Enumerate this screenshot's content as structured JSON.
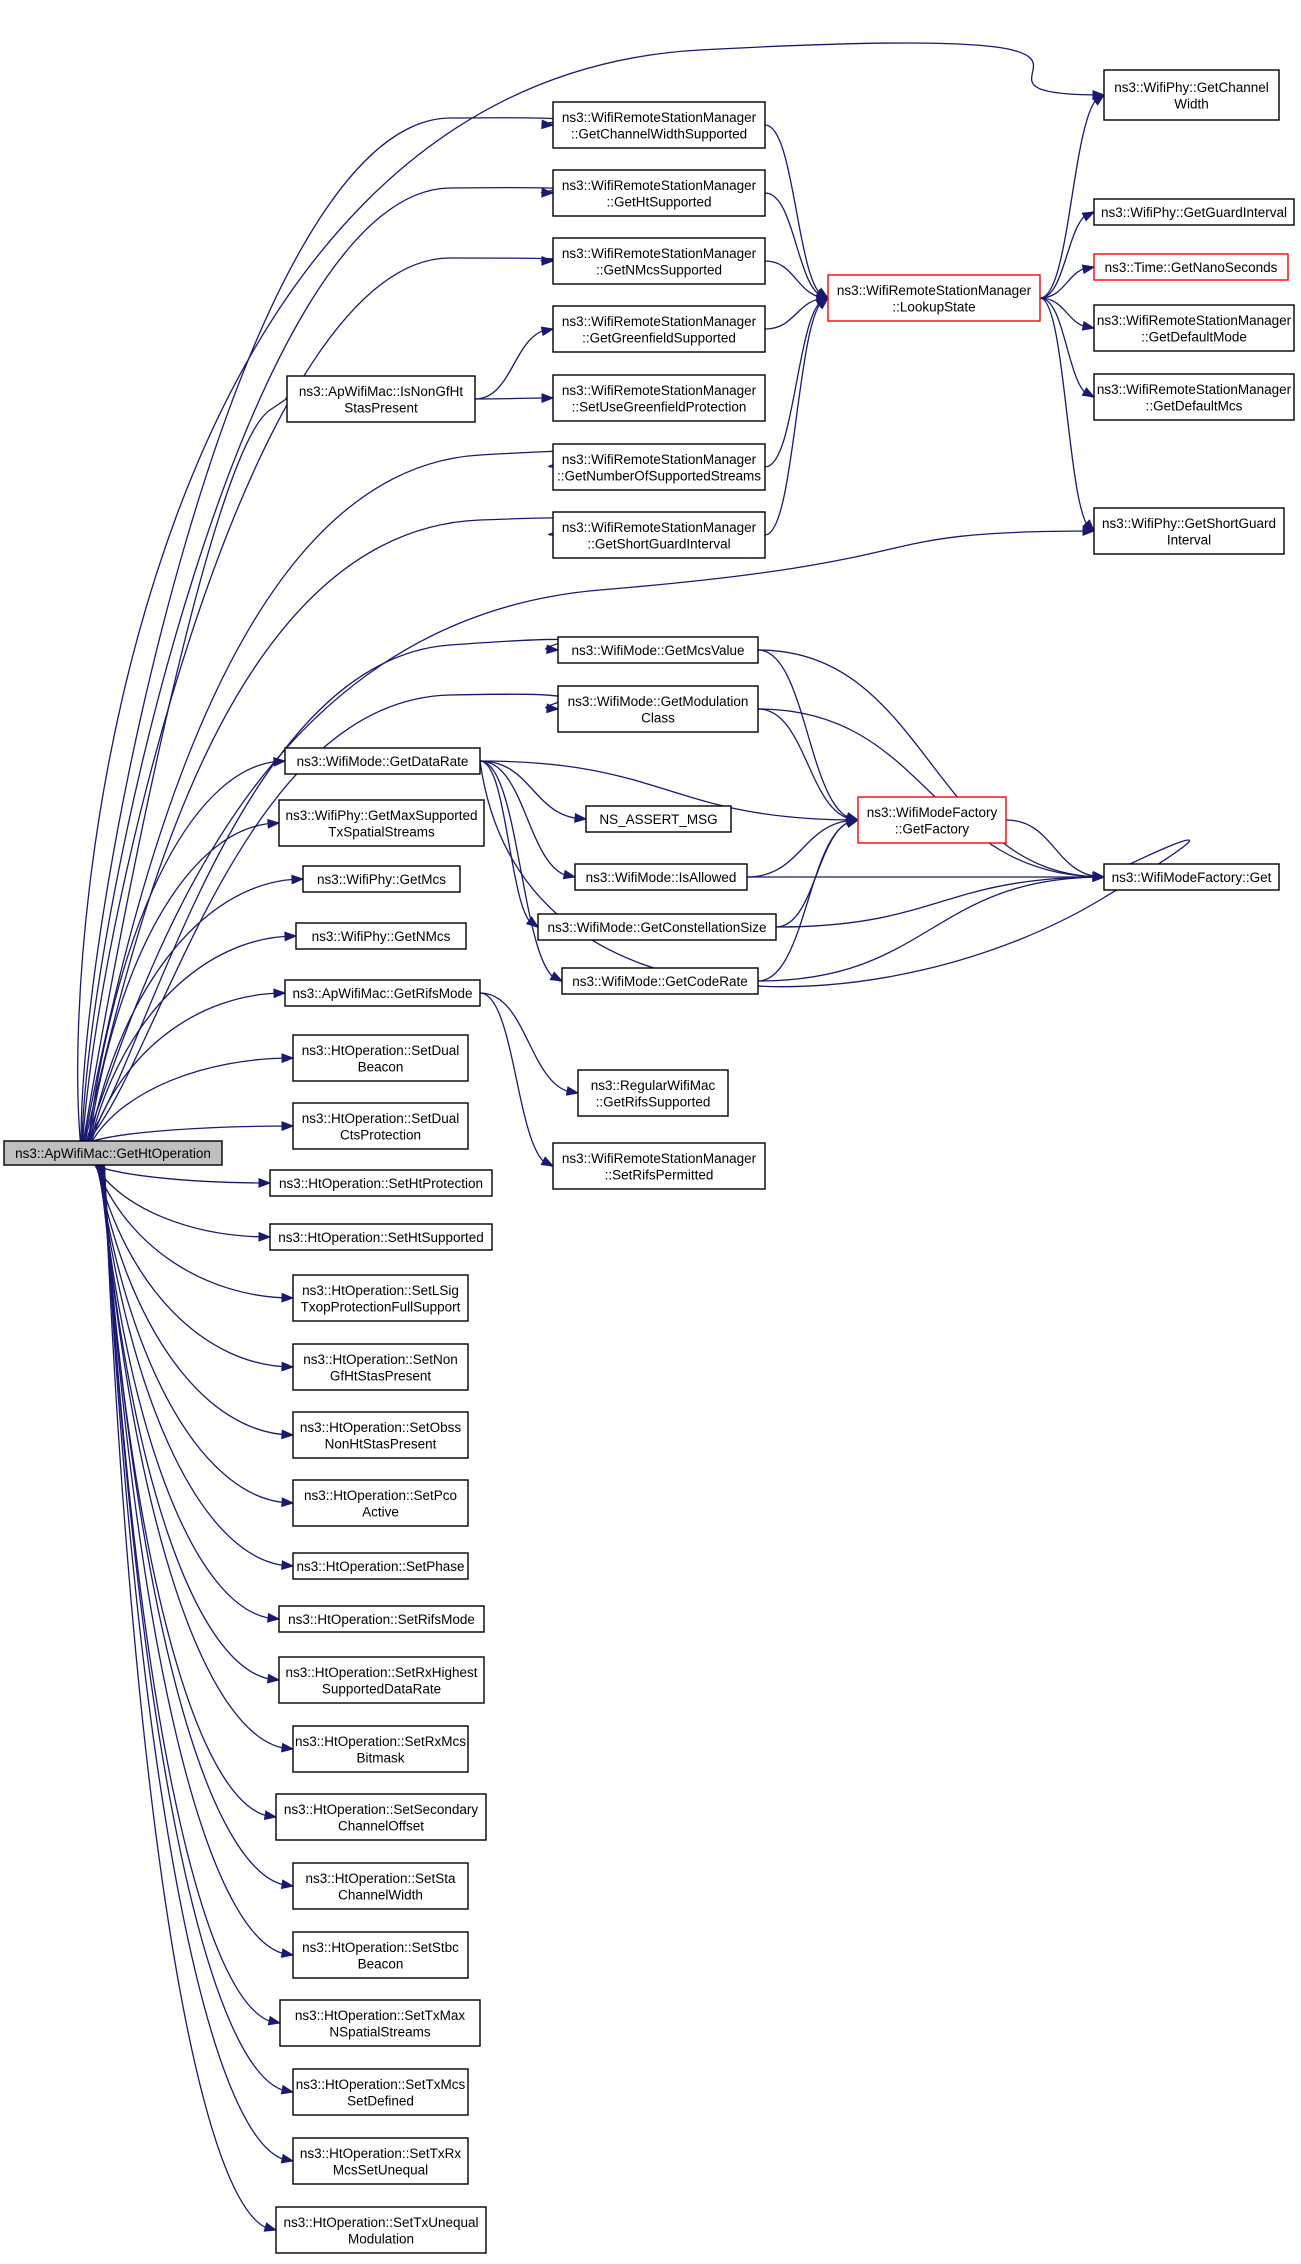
{
  "nodes": [
    {
      "id": "root",
      "lines": [
        "ns3::ApWifiMac::GetHtOperation"
      ]
    },
    {
      "id": "chw",
      "lines": [
        "ns3::WifiPhy::GetChannel",
        "Width"
      ]
    },
    {
      "id": "rsm_chw",
      "lines": [
        "ns3::WifiRemoteStationManager",
        "::GetChannelWidthSupported"
      ]
    },
    {
      "id": "rsm_ht",
      "lines": [
        "ns3::WifiRemoteStationManager",
        "::GetHtSupported"
      ]
    },
    {
      "id": "rsm_nmcs",
      "lines": [
        "ns3::WifiRemoteStationManager",
        "::GetNMcsSupported"
      ]
    },
    {
      "id": "rsm_gf",
      "lines": [
        "ns3::WifiRemoteStationManager",
        "::GetGreenfieldSupported"
      ]
    },
    {
      "id": "rsm_ugf",
      "lines": [
        "ns3::WifiRemoteStationManager",
        "::SetUseGreenfieldProtection"
      ]
    },
    {
      "id": "rsm_nss",
      "lines": [
        "ns3::WifiRemoteStationManager",
        "::GetNumberOfSupportedStreams"
      ]
    },
    {
      "id": "rsm_sgi",
      "lines": [
        "ns3::WifiRemoteStationManager",
        "::GetShortGuardInterval"
      ]
    },
    {
      "id": "lookup",
      "lines": [
        "ns3::WifiRemoteStationManager",
        "::LookupState"
      ]
    },
    {
      "id": "gi",
      "lines": [
        "ns3::WifiPhy::GetGuardInterval"
      ]
    },
    {
      "id": "nano",
      "lines": [
        "ns3::Time::GetNanoSeconds"
      ]
    },
    {
      "id": "defmode",
      "lines": [
        "ns3::WifiRemoteStationManager",
        "::GetDefaultMode"
      ]
    },
    {
      "id": "defmcs",
      "lines": [
        "ns3::WifiRemoteStationManager",
        "::GetDefaultMcs"
      ]
    },
    {
      "id": "phy_sgi",
      "lines": [
        "ns3::WifiPhy::GetShortGuard",
        "Interval"
      ]
    },
    {
      "id": "nongf",
      "lines": [
        "ns3::ApWifiMac::IsNonGfHt",
        "StasPresent"
      ]
    },
    {
      "id": "mcsval",
      "lines": [
        "ns3::WifiMode::GetMcsValue"
      ]
    },
    {
      "id": "modcls",
      "lines": [
        "ns3::WifiMode::GetModulation",
        "Class"
      ]
    },
    {
      "id": "datarate",
      "lines": [
        "ns3::WifiMode::GetDataRate"
      ]
    },
    {
      "id": "assert",
      "lines": [
        "NS_ASSERT_MSG"
      ]
    },
    {
      "id": "factory",
      "lines": [
        "ns3::WifiModeFactory",
        "::GetFactory"
      ]
    },
    {
      "id": "allowed",
      "lines": [
        "ns3::WifiMode::IsAllowed"
      ]
    },
    {
      "id": "fget",
      "lines": [
        "ns3::WifiModeFactory::Get"
      ]
    },
    {
      "id": "const",
      "lines": [
        "ns3::WifiMode::GetConstellationSize"
      ]
    },
    {
      "id": "coderate",
      "lines": [
        "ns3::WifiMode::GetCodeRate"
      ]
    },
    {
      "id": "maxss",
      "lines": [
        "ns3::WifiPhy::GetMaxSupported",
        "TxSpatialStreams"
      ]
    },
    {
      "id": "getmcs",
      "lines": [
        "ns3::WifiPhy::GetMcs"
      ]
    },
    {
      "id": "getnmcs",
      "lines": [
        "ns3::WifiPhy::GetNMcs"
      ]
    },
    {
      "id": "rifs",
      "lines": [
        "ns3::ApWifiMac::GetRifsMode"
      ]
    },
    {
      "id": "reg_rifs",
      "lines": [
        "ns3::RegularWifiMac",
        "::GetRifsSupported"
      ]
    },
    {
      "id": "rsm_rifs",
      "lines": [
        "ns3::WifiRemoteStationManager",
        "::SetRifsPermitted"
      ]
    },
    {
      "id": "ho_dual",
      "lines": [
        "ns3::HtOperation::SetDual",
        "Beacon"
      ]
    },
    {
      "id": "ho_dualcts",
      "lines": [
        "ns3::HtOperation::SetDual",
        "CtsProtection"
      ]
    },
    {
      "id": "ho_htprot",
      "lines": [
        "ns3::HtOperation::SetHtProtection"
      ]
    },
    {
      "id": "ho_htsup",
      "lines": [
        "ns3::HtOperation::SetHtSupported"
      ]
    },
    {
      "id": "ho_lsig",
      "lines": [
        "ns3::HtOperation::SetLSig",
        "TxopProtectionFullSupport"
      ]
    },
    {
      "id": "ho_nongf",
      "lines": [
        "ns3::HtOperation::SetNon",
        "GfHtStasPresent"
      ]
    },
    {
      "id": "ho_obss",
      "lines": [
        "ns3::HtOperation::SetObss",
        "NonHtStasPresent"
      ]
    },
    {
      "id": "ho_pco",
      "lines": [
        "ns3::HtOperation::SetPco",
        "Active"
      ]
    },
    {
      "id": "ho_phase",
      "lines": [
        "ns3::HtOperation::SetPhase"
      ]
    },
    {
      "id": "ho_rifs",
      "lines": [
        "ns3::HtOperation::SetRifsMode"
      ]
    },
    {
      "id": "ho_rxhigh",
      "lines": [
        "ns3::HtOperation::SetRxHighest",
        "SupportedDataRate"
      ]
    },
    {
      "id": "ho_rxmcs",
      "lines": [
        "ns3::HtOperation::SetRxMcs",
        "Bitmask"
      ]
    },
    {
      "id": "ho_sec",
      "lines": [
        "ns3::HtOperation::SetSecondary",
        "ChannelOffset"
      ]
    },
    {
      "id": "ho_sta",
      "lines": [
        "ns3::HtOperation::SetSta",
        "ChannelWidth"
      ]
    },
    {
      "id": "ho_stbc",
      "lines": [
        "ns3::HtOperation::SetStbc",
        "Beacon"
      ]
    },
    {
      "id": "ho_txmax",
      "lines": [
        "ns3::HtOperation::SetTxMax",
        "NSpatialStreams"
      ]
    },
    {
      "id": "ho_txmcs",
      "lines": [
        "ns3::HtOperation::SetTxMcs",
        "SetDefined"
      ]
    },
    {
      "id": "ho_txrx",
      "lines": [
        "ns3::HtOperation::SetTxRx",
        "McsSetUnequal"
      ]
    },
    {
      "id": "ho_txuneq",
      "lines": [
        "ns3::HtOperation::SetTxUnequal",
        "Modulation"
      ]
    }
  ],
  "edges": [
    [
      "root",
      "chw"
    ],
    [
      "root",
      "rsm_chw"
    ],
    [
      "root",
      "rsm_ht"
    ],
    [
      "root",
      "rsm_nmcs"
    ],
    [
      "root",
      "nongf"
    ],
    [
      "root",
      "rsm_nss"
    ],
    [
      "root",
      "rsm_sgi"
    ],
    [
      "root",
      "phy_sgi"
    ],
    [
      "root",
      "mcsval"
    ],
    [
      "root",
      "modcls"
    ],
    [
      "root",
      "datarate"
    ],
    [
      "root",
      "maxss"
    ],
    [
      "root",
      "getmcs"
    ],
    [
      "root",
      "getnmcs"
    ],
    [
      "root",
      "rifs"
    ],
    [
      "root",
      "ho_dual"
    ],
    [
      "root",
      "ho_dualcts"
    ],
    [
      "root",
      "ho_htprot"
    ],
    [
      "root",
      "ho_htsup"
    ],
    [
      "root",
      "ho_lsig"
    ],
    [
      "root",
      "ho_nongf"
    ],
    [
      "root",
      "ho_obss"
    ],
    [
      "root",
      "ho_pco"
    ],
    [
      "root",
      "ho_phase"
    ],
    [
      "root",
      "ho_rifs"
    ],
    [
      "root",
      "ho_rxhigh"
    ],
    [
      "root",
      "ho_rxmcs"
    ],
    [
      "root",
      "ho_sec"
    ],
    [
      "root",
      "ho_sta"
    ],
    [
      "root",
      "ho_stbc"
    ],
    [
      "root",
      "ho_txmax"
    ],
    [
      "root",
      "ho_txmcs"
    ],
    [
      "root",
      "ho_txrx"
    ],
    [
      "root",
      "ho_txuneq"
    ],
    [
      "nongf",
      "rsm_gf"
    ],
    [
      "nongf",
      "rsm_ugf"
    ],
    [
      "rsm_chw",
      "lookup"
    ],
    [
      "rsm_ht",
      "lookup"
    ],
    [
      "rsm_nmcs",
      "lookup"
    ],
    [
      "rsm_gf",
      "lookup"
    ],
    [
      "rsm_nss",
      "lookup"
    ],
    [
      "rsm_sgi",
      "lookup"
    ],
    [
      "lookup",
      "chw"
    ],
    [
      "lookup",
      "gi"
    ],
    [
      "lookup",
      "nano"
    ],
    [
      "lookup",
      "defmode"
    ],
    [
      "lookup",
      "defmcs"
    ],
    [
      "lookup",
      "phy_sgi"
    ],
    [
      "mcsval",
      "factory"
    ],
    [
      "mcsval",
      "fget"
    ],
    [
      "modcls",
      "factory"
    ],
    [
      "modcls",
      "fget"
    ],
    [
      "datarate",
      "factory"
    ],
    [
      "datarate",
      "assert"
    ],
    [
      "datarate",
      "allowed"
    ],
    [
      "datarate",
      "const"
    ],
    [
      "datarate",
      "coderate"
    ],
    [
      "datarate",
      "fget"
    ],
    [
      "allowed",
      "factory"
    ],
    [
      "allowed",
      "fget"
    ],
    [
      "const",
      "factory"
    ],
    [
      "const",
      "fget"
    ],
    [
      "coderate",
      "factory"
    ],
    [
      "coderate",
      "fget"
    ],
    [
      "factory",
      "fget"
    ],
    [
      "rifs",
      "reg_rifs"
    ],
    [
      "rifs",
      "rsm_rifs"
    ]
  ]
}
